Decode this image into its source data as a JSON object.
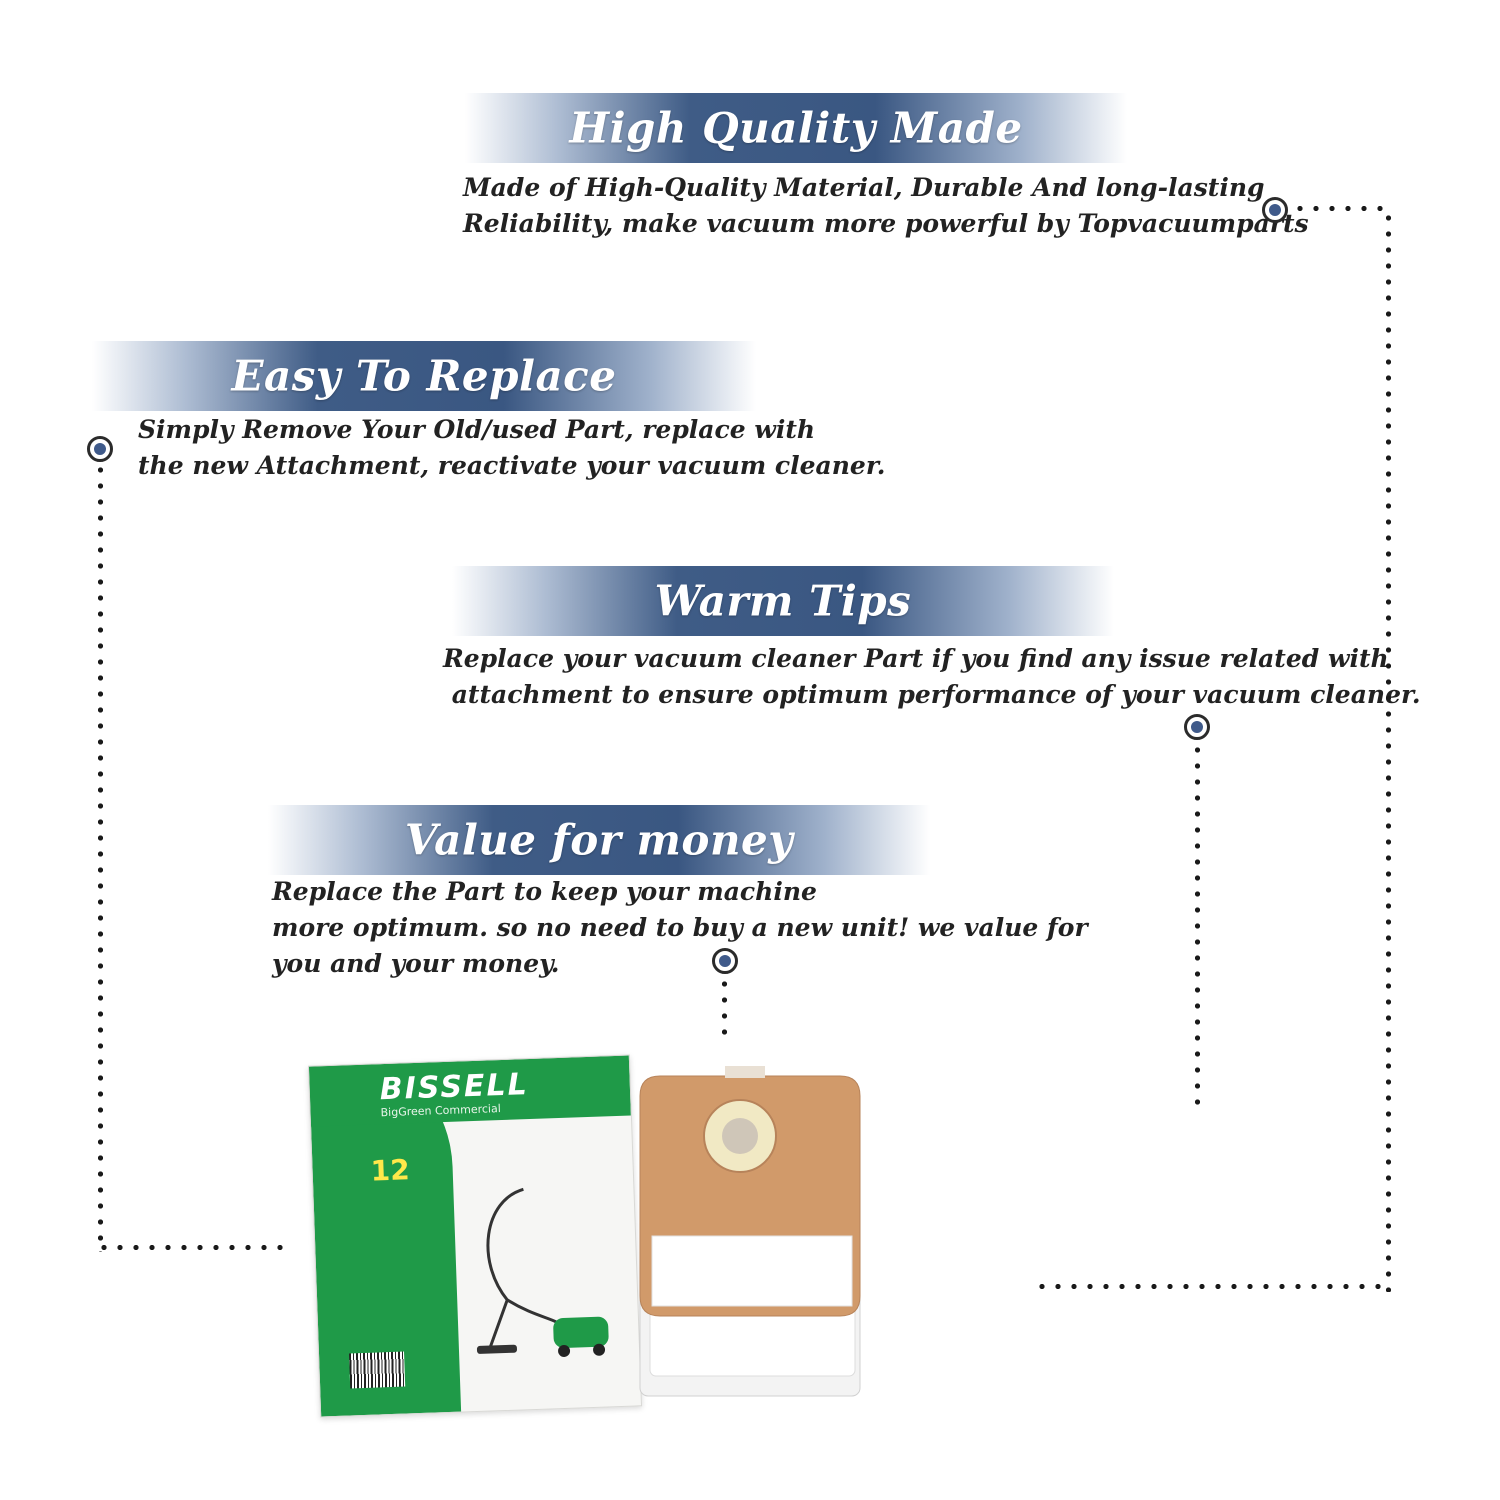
{
  "sections": [
    {
      "title": "High Quality Made",
      "lines": [
        "Made of  High-Quality Material, Durable And long-lasting",
        "Reliability, make vacuum more powerful by Topvacuumparts"
      ]
    },
    {
      "title": "Easy To Replace",
      "lines": [
        "Simply Remove Your Old/used Part, replace with",
        "the new Attachment, reactivate your vacuum cleaner."
      ]
    },
    {
      "title": "Warm Tips",
      "lines": [
        "Replace your vacuum cleaner Part if you find any issue related with",
        " attachment to ensure optimum performance of your vacuum cleaner."
      ]
    },
    {
      "title": "Value for money",
      "lines": [
        "Replace the Part to keep your machine",
        "more optimum. so no need to buy a new unit! we value for",
        "you and your money."
      ]
    }
  ],
  "product": {
    "brand": "BISSELL",
    "brand_sub": "BigGreen Commercial",
    "count": "12"
  },
  "colors": {
    "banner": "#3f5c86",
    "marker": "#3f5a8a",
    "pack_green": "#1f9a48",
    "filter": "#d19a6a"
  }
}
